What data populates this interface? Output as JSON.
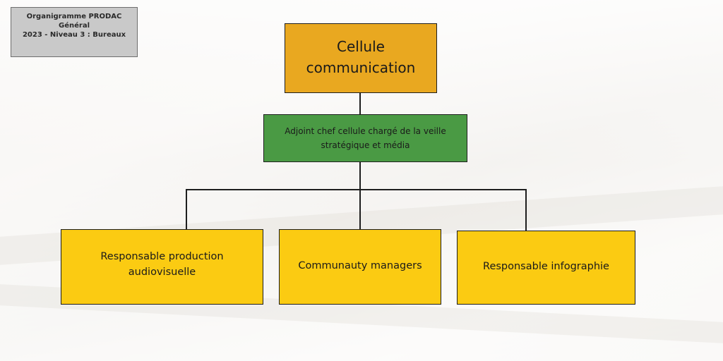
{
  "header": {
    "line1": "Organigramme PRODAC",
    "line2": "Général",
    "line3": "2023 - Niveau 3 : Bureaux"
  },
  "org": {
    "root": {
      "label": "Cellule communication"
    },
    "deputy": {
      "label": "Adjoint chef cellule chargé de la veille stratégique et média"
    },
    "children": [
      {
        "label": "Responsable production audiovisuelle"
      },
      {
        "label": "Communauty managers"
      },
      {
        "label": "Responsable infographie"
      }
    ]
  },
  "colors": {
    "root": "#e9a820",
    "deputy": "#4a9a44",
    "leaf": "#fbcb12",
    "title_box": "#c9c9c9"
  }
}
